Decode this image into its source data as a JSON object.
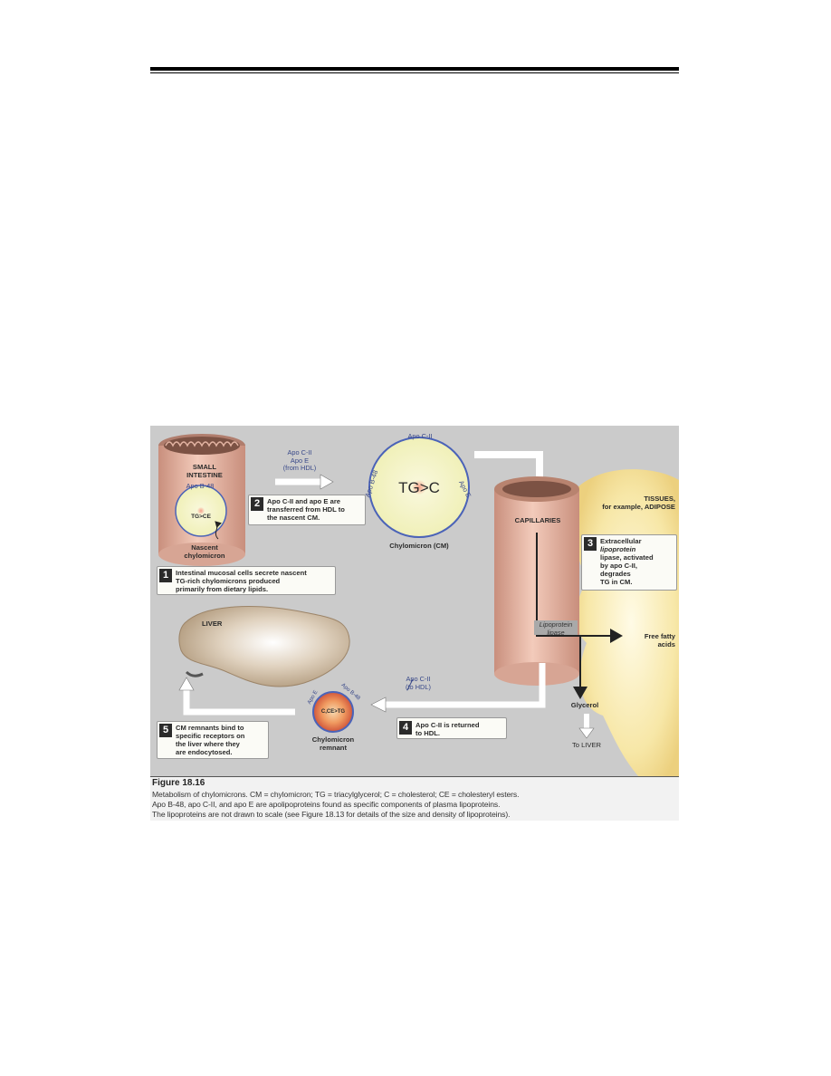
{
  "figure": {
    "labels": {
      "small_intestine": [
        "SMALL",
        "INTESTINE"
      ],
      "nascent_apo": "Apo B-48",
      "nascent_core": "TG>CE",
      "nascent_label": [
        "Nascent",
        "chylomicron"
      ],
      "hdl_transfer": [
        "Apo C-II",
        "Apo E",
        "(from HDL)"
      ],
      "cm_apo_top": "Apo C-II",
      "cm_apo_left": "Apo B-48",
      "cm_apo_right": "Apo E",
      "cm_core": "TG>C",
      "cm_label": "Chylomicron (CM)",
      "capillaries": "CAPILLARIES",
      "tissues": [
        "TISSUES,",
        "for example, ADIPOSE"
      ],
      "liver": "LIVER",
      "lipase": [
        "Lipoprotein",
        "lipase"
      ],
      "free_fatty_acids": [
        "Free fatty",
        "acids"
      ],
      "glycerol": "Glycerol",
      "to_liver": "To LIVER",
      "apo_return": [
        "Apo C-II",
        "(to HDL)"
      ],
      "remnant_core": "C,CE>TG",
      "remnant_apo_left": "Apo E",
      "remnant_apo_right": "Apo B-48",
      "remnant_label": [
        "Chylomicron",
        "remnant"
      ]
    },
    "steps": [
      {
        "num": "1",
        "lines": [
          "Intestinal mucosal cells secrete nascent",
          "TG-rich chylomicrons produced",
          "primarily from dietary lipids."
        ]
      },
      {
        "num": "2",
        "lines": [
          "Apo C-II and apo E are",
          "transferred from HDL to",
          "the nascent CM."
        ]
      },
      {
        "num": "3",
        "lines": [
          "Extracellular",
          "lipoprotein",
          "lipase, activated",
          "by apo C-II,",
          "degrades",
          "TG in CM."
        ]
      },
      {
        "num": "4",
        "lines": [
          "Apo C-II is returned",
          "to HDL."
        ]
      },
      {
        "num": "5",
        "lines": [
          "CM remnants bind to",
          "specific receptors on",
          "the liver where they",
          "are endocytosed."
        ]
      }
    ],
    "caption": {
      "title": "Figure 18.16",
      "lines": [
        "Metabolism of chylomicrons.  CM = chylomicron; TG = triacylglycerol; C = cholesterol; CE = cholesteryl esters.",
        "Apo B-48, apo C-II, and apo E are apolipoproteins found as specific components of plasma lipoproteins.",
        "The lipoproteins are not drawn to scale (see Figure 18.13 for details of the size and density of lipoproteins)."
      ]
    }
  },
  "colors": {
    "background": "#cbcbcb",
    "tube": "#e9b9a8",
    "tube_dark": "#c48c7a",
    "tissue": "#f6e6a6",
    "liver": "#c9b49a",
    "core": "#f3f3c8",
    "apo_ring": "#4b63b8",
    "remnant": "#e06b3e"
  }
}
